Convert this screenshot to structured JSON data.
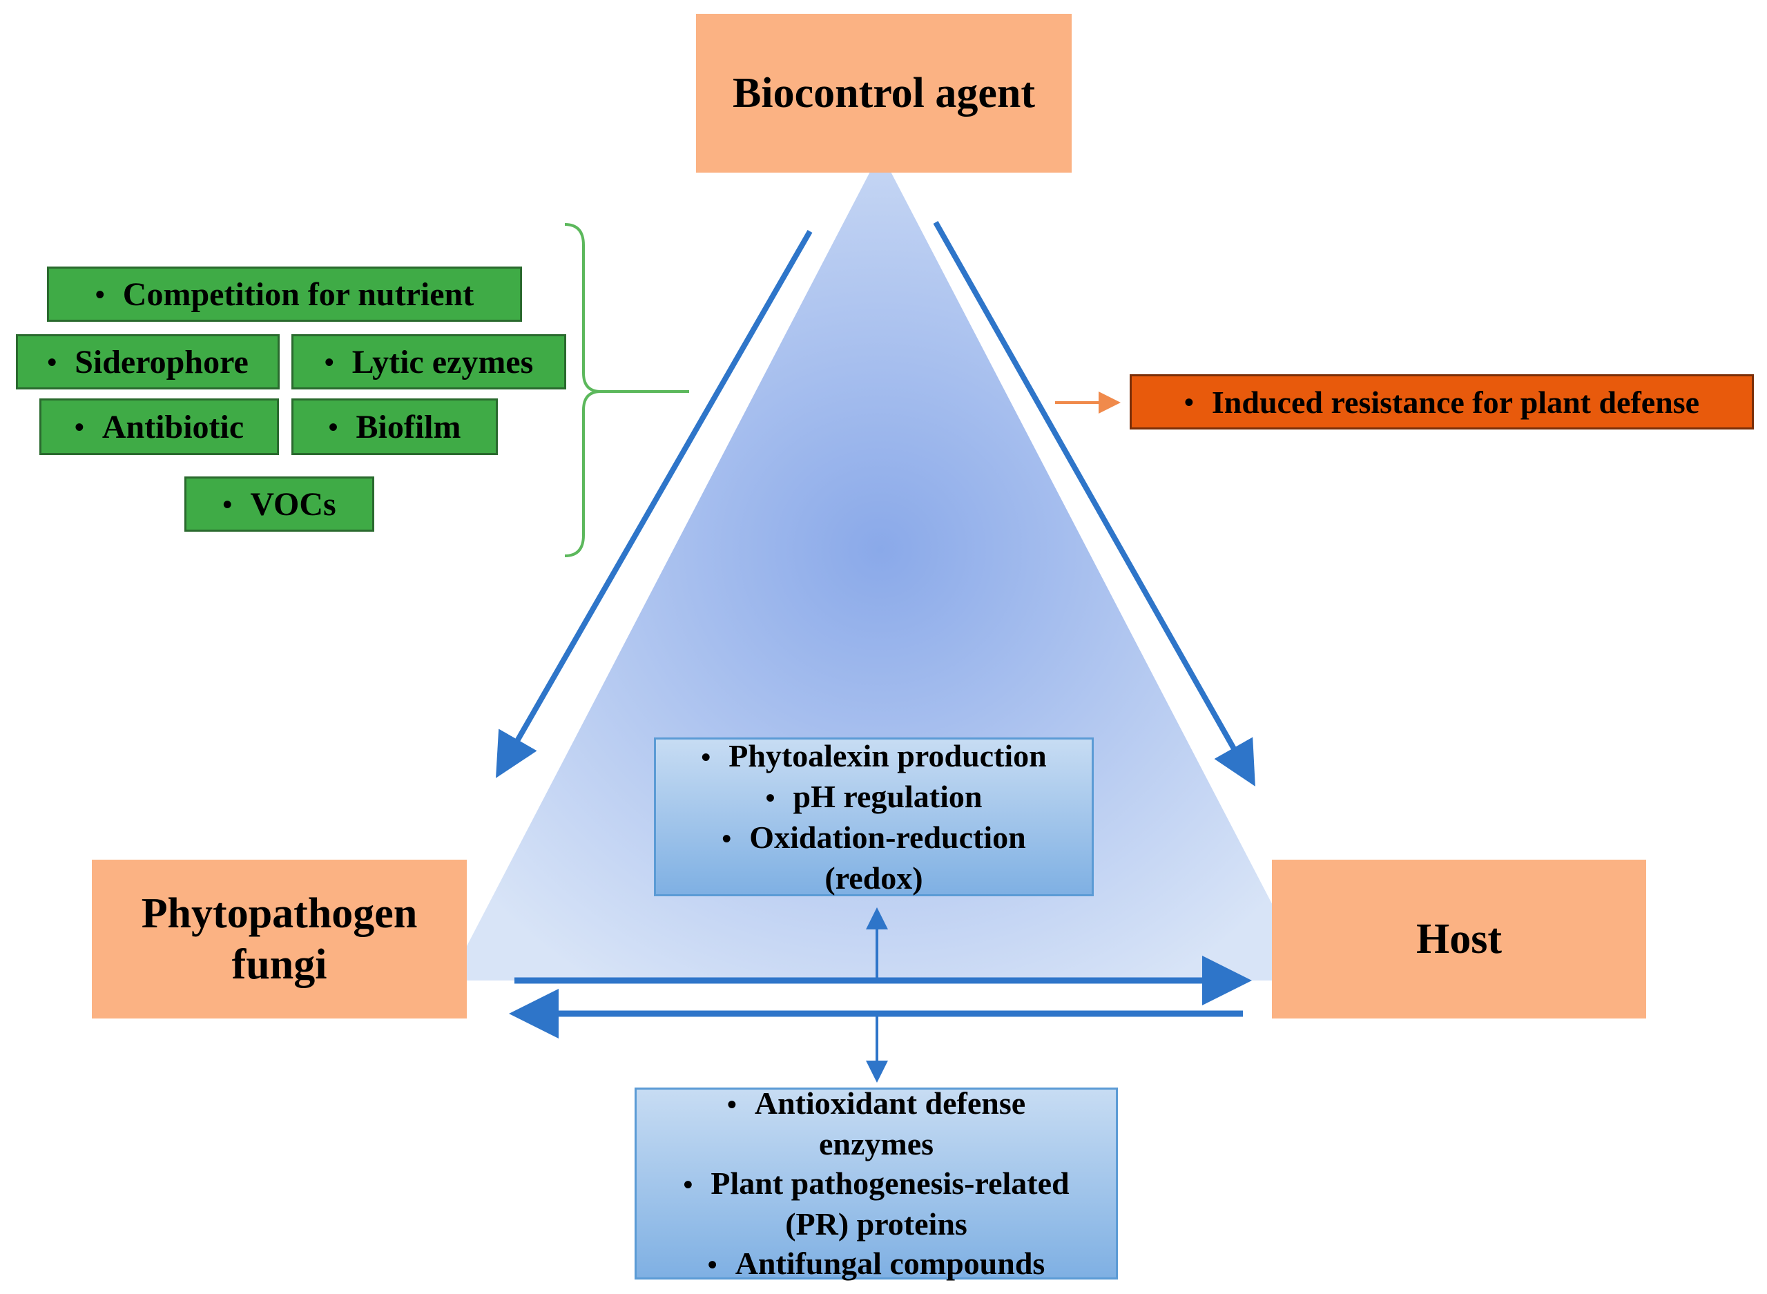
{
  "nodes": {
    "biocontrol": "Biocontrol agent",
    "pathogen_line1": "Phytopathogen",
    "pathogen_line2": "fungi",
    "host": "Host"
  },
  "bullet": "•",
  "green_mechanisms": {
    "competition": "Competition for nutrient",
    "siderophore": "Siderophore",
    "lytic": "Lytic ezymes",
    "antibiotic": "Antibiotic",
    "biofilm": "Biofilm",
    "vocs": "VOCs"
  },
  "induced_resistance": "Induced resistance for plant defense",
  "upper_box": {
    "line1": "Phytoalexin production",
    "line2": "pH regulation",
    "line3": "Oxidation-reduction",
    "line4": "(redox)"
  },
  "lower_box": {
    "line1": "Antioxidant defense",
    "line2": "enzymes",
    "line3": "Plant pathogenesis-related",
    "line4": "(PR) proteins",
    "line5": "Antifungal compounds"
  },
  "colors": {
    "node_fill": "#fbb283",
    "mechanism_fill": "#3fab46",
    "induced_fill": "#e85a0c",
    "arrow": "#2e75c9",
    "bracket": "#5cb85c",
    "triangle": "#8eaeea"
  }
}
